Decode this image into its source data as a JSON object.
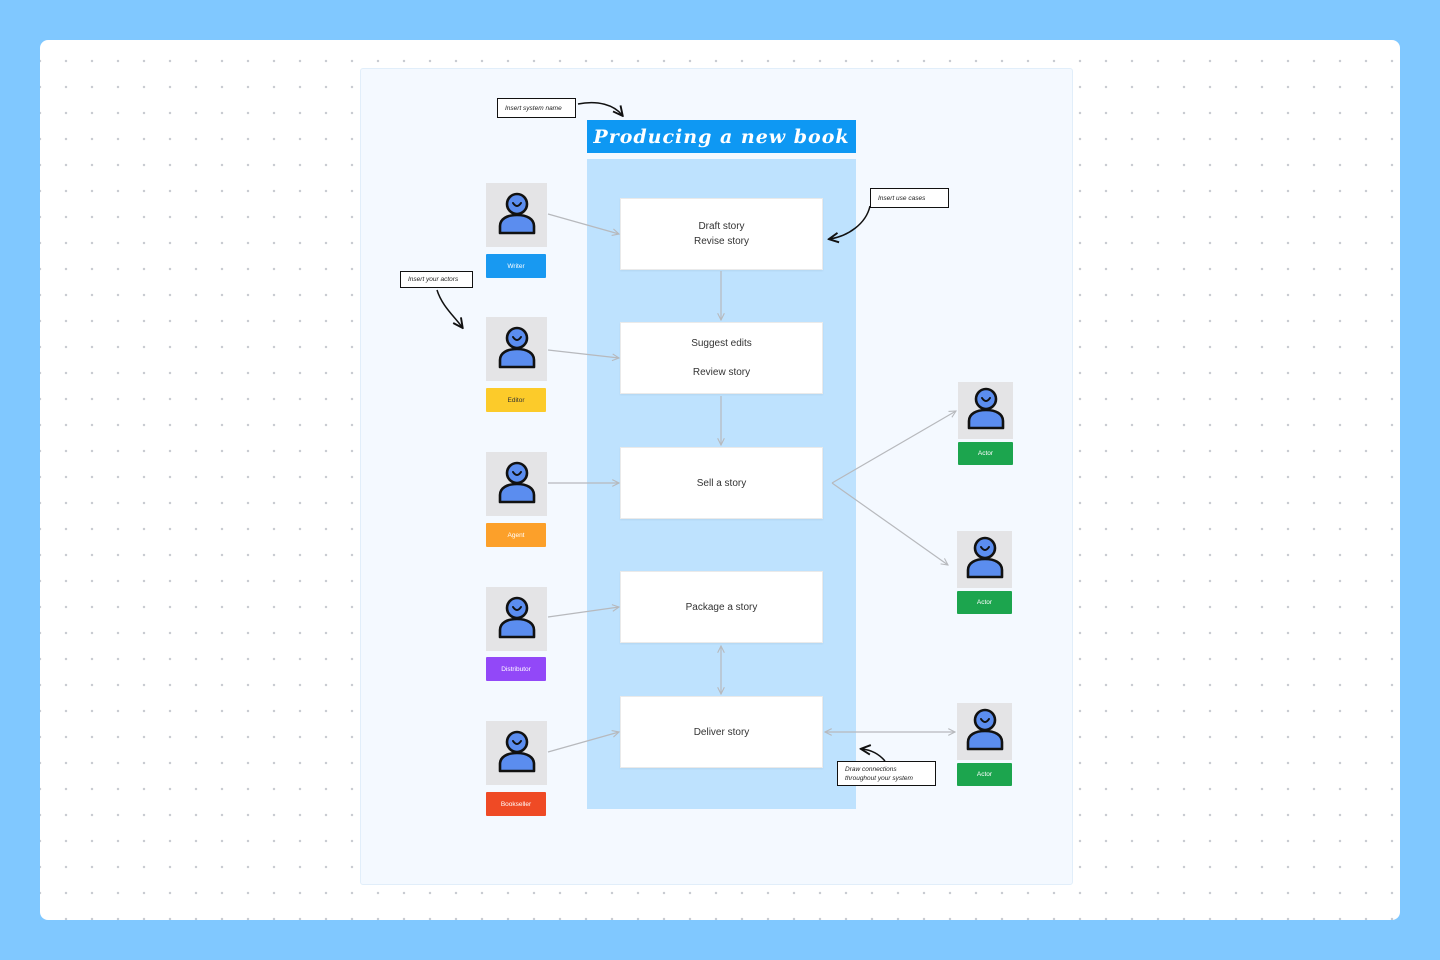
{
  "diagram": {
    "title": "Producing a new book",
    "use_cases": [
      {
        "lines": [
          "Draft story",
          "Revise story"
        ]
      },
      {
        "lines": [
          "Suggest edits",
          "",
          "Review story"
        ]
      },
      {
        "lines": [
          "Sell a story"
        ]
      },
      {
        "lines": [
          "Package a story"
        ]
      },
      {
        "lines": [
          "Deliver story"
        ]
      }
    ],
    "actors_left": [
      {
        "label": "Writer",
        "color": "#1899f1"
      },
      {
        "label": "Editor",
        "color": "#fccb2a"
      },
      {
        "label": "Agent",
        "color": "#fca02a"
      },
      {
        "label": "Distributor",
        "color": "#9248f8"
      },
      {
        "label": "Bookseller",
        "color": "#ef4a25"
      }
    ],
    "actors_right": [
      {
        "label": "Actor",
        "color": "#1ca54e"
      },
      {
        "label": "Actor",
        "color": "#1ca54e"
      },
      {
        "label": "Actor",
        "color": "#1ca54e"
      }
    ],
    "notes": {
      "system_name": "Insert system name",
      "use_cases": "Insert use cases",
      "actors": "Insert your actors",
      "connections": "Draw connections throughout your system"
    },
    "icons": {
      "actor": "person-icon"
    },
    "colors": {
      "background": "#80c8ff",
      "title_bar": "#0e98f3",
      "system_area": "#bee2fe",
      "avatar_fill": "#5b8def",
      "connector": "#b7b9bd"
    }
  }
}
